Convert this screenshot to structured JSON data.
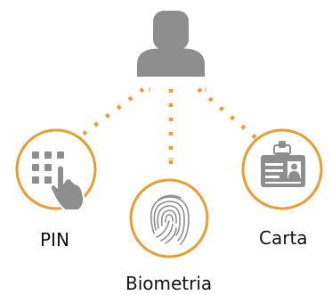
{
  "colors": {
    "accent": "#ee9b2d",
    "icon_gray": "#8e8e8e",
    "icon_light": "#ffffff",
    "text": "#111111"
  },
  "user": {
    "icon": "user-silhouette-icon"
  },
  "methods": [
    {
      "label": "PIN",
      "icon": "keypad-finger-icon"
    },
    {
      "label": "Biometria",
      "icon": "fingerprint-icon"
    },
    {
      "label": "Carta",
      "icon": "id-card-icon"
    }
  ]
}
